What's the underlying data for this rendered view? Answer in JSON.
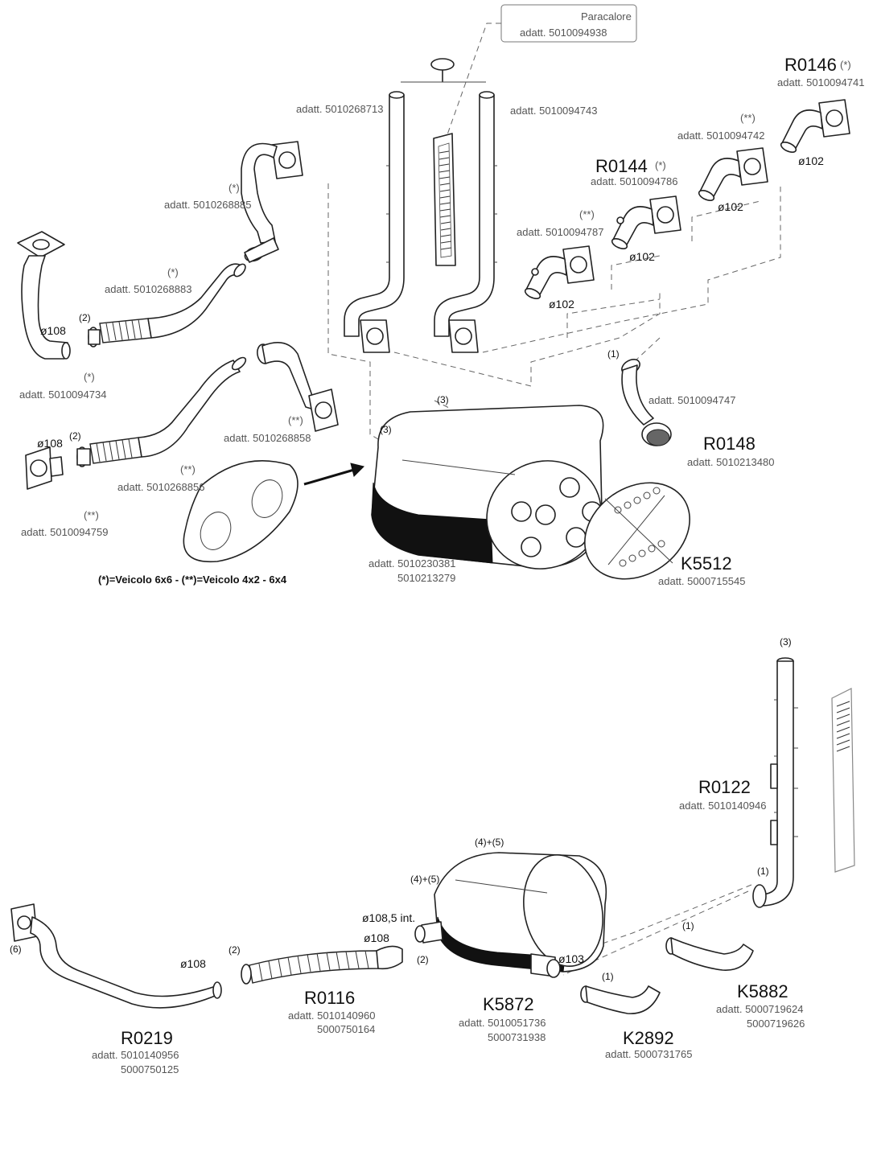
{
  "diagram": {
    "paracalore": {
      "title": "Paracalore",
      "code": "adatt. 5010094938"
    },
    "labels_top": {
      "stack_left": "adatt. 5010268713",
      "stack_right": "adatt. 5010094743",
      "r0146_code": "R0146",
      "r0146_star": "(*)",
      "r0146_adatt": "adatt. 5010094741",
      "elbow_742_star": "(**)",
      "elbow_742_adatt": "adatt. 5010094742",
      "dia_102_a": "ø102",
      "dia_102_b": "ø102",
      "r0144_code": "R0144",
      "r0144_star": "(*)",
      "r0144_adatt": "adatt. 5010094786",
      "elbow_787_star": "(**)",
      "elbow_787_adatt": "adatt. 5010094787",
      "dia_102_c": "ø102",
      "dia_102_d": "ø102",
      "pipe_885_star": "(*)",
      "pipe_885_adatt": "adatt. 5010268885",
      "pipe_883_star": "(*)",
      "pipe_883_adatt": "adatt. 5010268883",
      "note_2_a": "(2)",
      "dia_108_a": "ø108",
      "pipe_734_star": "(*)",
      "pipe_734_adatt": "adatt. 5010094734",
      "dia_108_b": "ø108",
      "note_2_b": "(2)",
      "pipe_858_star": "(**)",
      "pipe_858_adatt": "adatt. 5010268858",
      "pipe_856_star": "(**)",
      "pipe_856_adatt": "adatt. 5010268856",
      "pipe_759_star": "(**)",
      "pipe_759_adatt": "adatt. 5010094759",
      "note_3_a": "(3)",
      "note_3_b": "(3)",
      "note_1_a": "(1)",
      "elbow_747_adatt": "adatt. 5010094747",
      "r0148_code": "R0148",
      "r0148_adatt": "adatt. 5010213480",
      "k5512_code": "K5512",
      "k5512_adatt": "adatt. 5000715545",
      "muffler_adatt": "adatt. 5010230381",
      "muffler_adatt2": "5010213279",
      "legend": "(*)=Veicolo 6x6  -  (**)=Veicolo 4x2 - 6x4"
    },
    "labels_bottom": {
      "note_3": "(3)",
      "r0122_code": "R0122",
      "r0122_adatt": "adatt. 5010140946",
      "note_1_a": "(1)",
      "note_45_a": "(4)+(5)",
      "note_45_b": "(4)+(5)",
      "dia_1085": "ø108,5  int.",
      "dia_108_c": "ø108",
      "note_2_c": "(2)",
      "dia_103": "ø103",
      "note_1_b": "(1)",
      "note_1_c": "(1)",
      "note_6": "(6)",
      "dia_108_d": "ø108",
      "note_2_d": "(2)",
      "r0116_code": "R0116",
      "r0116_adatt": "adatt. 5010140960",
      "r0116_adatt2": "5000750164",
      "k5872_code": "K5872",
      "k5872_adatt": "adatt. 5010051736",
      "k5872_adatt2": "5000731938",
      "k2892_code": "K2892",
      "k2892_adatt": "adatt. 5000731765",
      "k5882_code": "K5882",
      "k5882_adatt": "adatt. 5000719624",
      "k5882_adatt2": "5000719626",
      "r0219_code": "R0219",
      "r0219_adatt": "adatt. 5010140956",
      "r0219_adatt2": "5000750125"
    }
  }
}
